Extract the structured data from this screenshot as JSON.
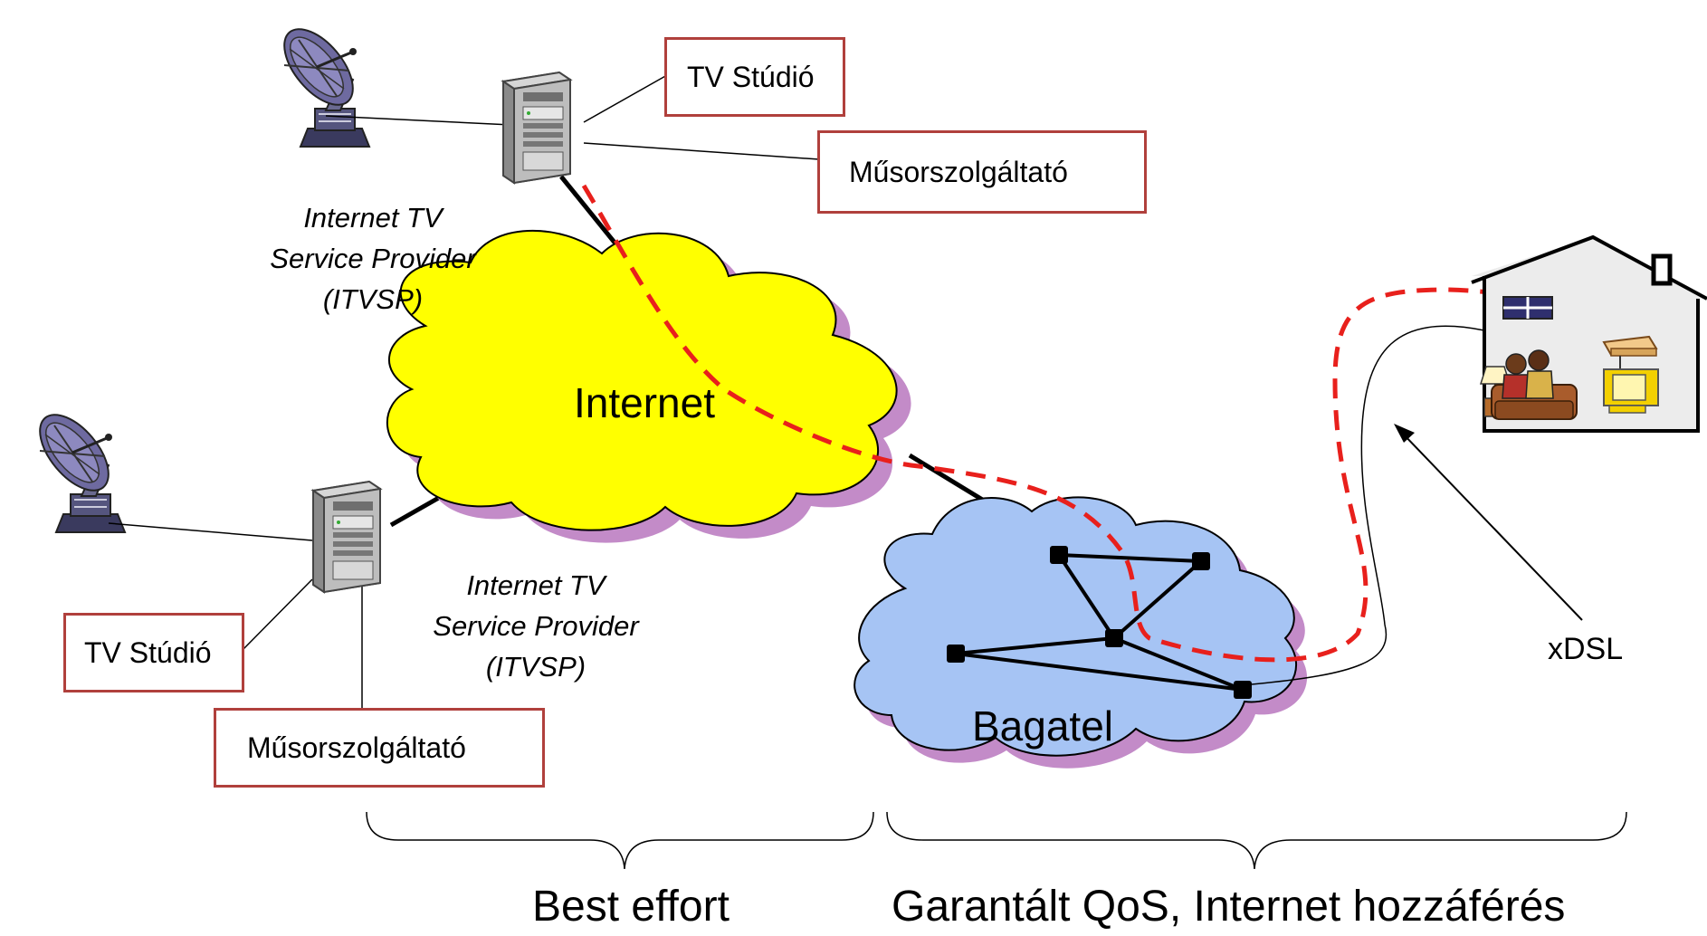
{
  "providers": [
    {
      "studio_label": "TV Stúdió",
      "broadcaster_label": "Műsorszolgáltató",
      "itvsp_lines": [
        "Internet TV",
        "Service Provider",
        "(ITVSP)"
      ]
    },
    {
      "studio_label": "TV Stúdió",
      "broadcaster_label": "Műsorszolgáltató",
      "itvsp_lines": [
        "Internet TV",
        "Service Provider",
        "(ITVSP)"
      ]
    }
  ],
  "clouds": {
    "internet": {
      "label": "Internet",
      "fill": "#ffff00",
      "shadow": "#c38bc8"
    },
    "bagatel": {
      "label": "Bagatel",
      "fill": "#a6c4f4",
      "shadow": "#c38bc8"
    }
  },
  "access": {
    "label": "xDSL"
  },
  "braces": {
    "best_effort": "Best effort",
    "guaranteed": "Garantált QoS, Internet hozzáférés"
  },
  "colors": {
    "box_border": "#b0403c",
    "stream_path": "#e8201c",
    "links": "#000000"
  },
  "icons": [
    "satellite-dish-icon",
    "server-icon",
    "house-icon"
  ]
}
